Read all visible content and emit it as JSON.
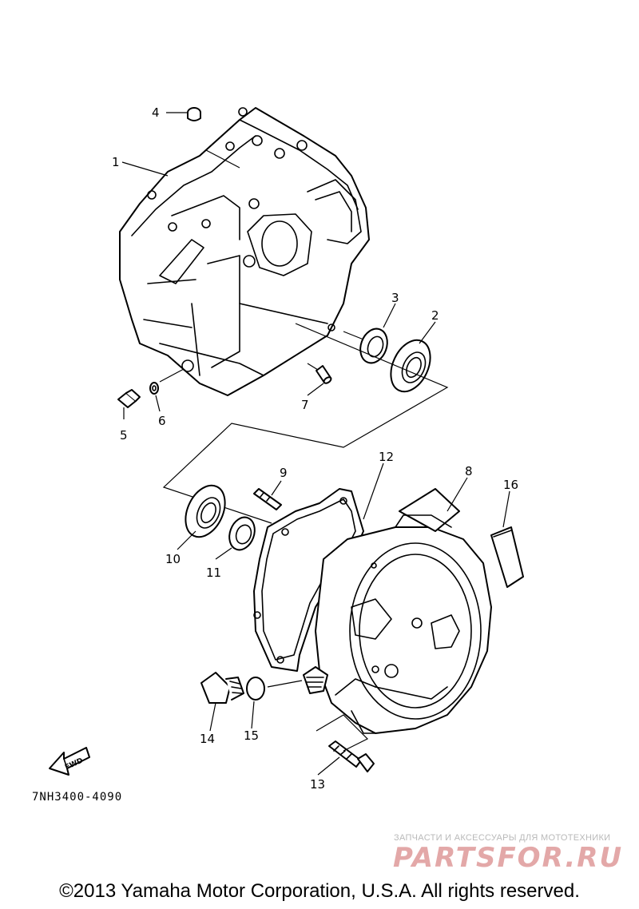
{
  "diagram": {
    "code": "7NH3400-4090",
    "fwd_label": "FWD",
    "callouts": {
      "c1": "1",
      "c2": "2",
      "c3": "3",
      "c4": "4",
      "c5": "5",
      "c6": "6",
      "c7": "7",
      "c8": "8",
      "c9": "9",
      "c10": "10",
      "c11": "11",
      "c12": "12",
      "c13": "13",
      "c14": "14",
      "c15": "15",
      "c16": "16"
    }
  },
  "watermark": {
    "tagline": "ЗАПЧАСТИ И АКСЕССУАРЫ ДЛЯ МОТОТЕХНИКИ",
    "logo": "PARTSFOR.RU"
  },
  "footer": {
    "copyright": "©2013 Yamaha Motor Corporation, U.S.A. All rights reserved."
  }
}
